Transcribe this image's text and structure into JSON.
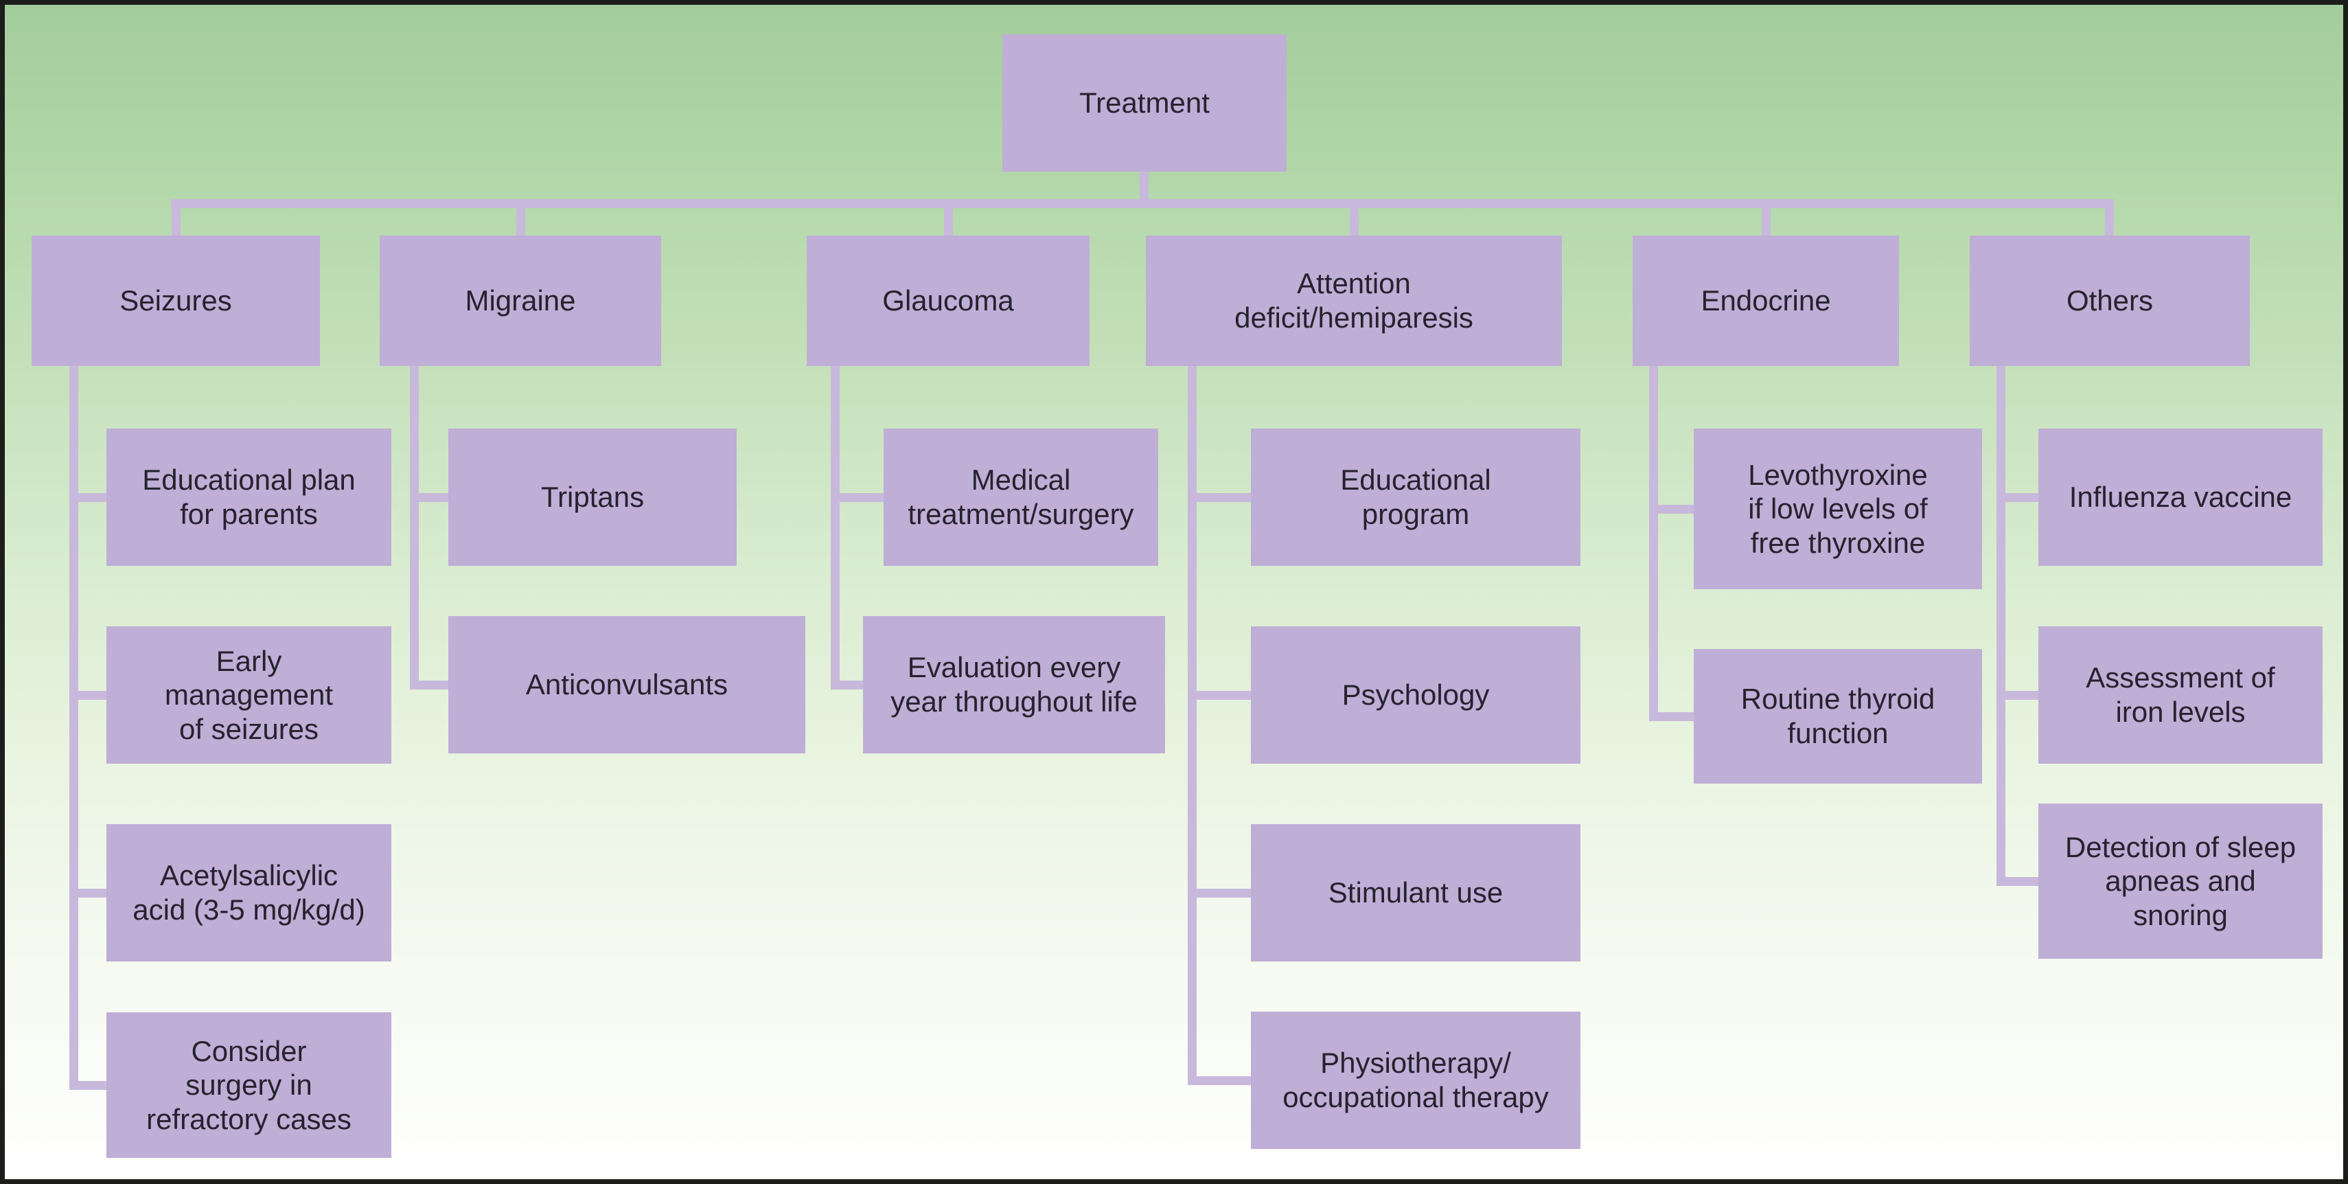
{
  "figure": {
    "root": {
      "label": "Treatment"
    },
    "branches": [
      {
        "label": "Seizures",
        "children": [
          {
            "label": "Educational plan\nfor parents"
          },
          {
            "label": "Early\nmanagement\nof seizures"
          },
          {
            "label": "Acetylsalicylic\nacid (3-5 mg/kg/d)"
          },
          {
            "label": "Consider\nsurgery in\nrefractory cases"
          }
        ]
      },
      {
        "label": "Migraine",
        "children": [
          {
            "label": "Triptans"
          },
          {
            "label": "Anticonvulsants"
          }
        ]
      },
      {
        "label": "Glaucoma",
        "children": [
          {
            "label": "Medical\ntreatment/surgery"
          },
          {
            "label": "Evaluation every\nyear throughout life"
          }
        ]
      },
      {
        "label": "Attention\ndeficit/hemiparesis",
        "children": [
          {
            "label": "Educational\nprogram"
          },
          {
            "label": "Psychology"
          },
          {
            "label": "Stimulant use"
          },
          {
            "label": "Physiotherapy/\noccupational therapy"
          }
        ]
      },
      {
        "label": "Endocrine",
        "children": [
          {
            "label": "Levothyroxine\nif low levels of\nfree thyroxine"
          },
          {
            "label": "Routine thyroid\nfunction"
          }
        ]
      },
      {
        "label": "Others",
        "children": [
          {
            "label": "Influenza vaccine"
          },
          {
            "label": "Assessment of\niron levels"
          },
          {
            "label": "Detection of sleep\napneas and\nsnoring"
          }
        ]
      }
    ],
    "colors": {
      "node_fill": "#bfaed6",
      "connector": "#c8b9dc",
      "text": "#27222e",
      "background_top": "#a3cc9c",
      "background_bottom": "#ffffff",
      "frame_border": "#1d1d1b"
    }
  }
}
